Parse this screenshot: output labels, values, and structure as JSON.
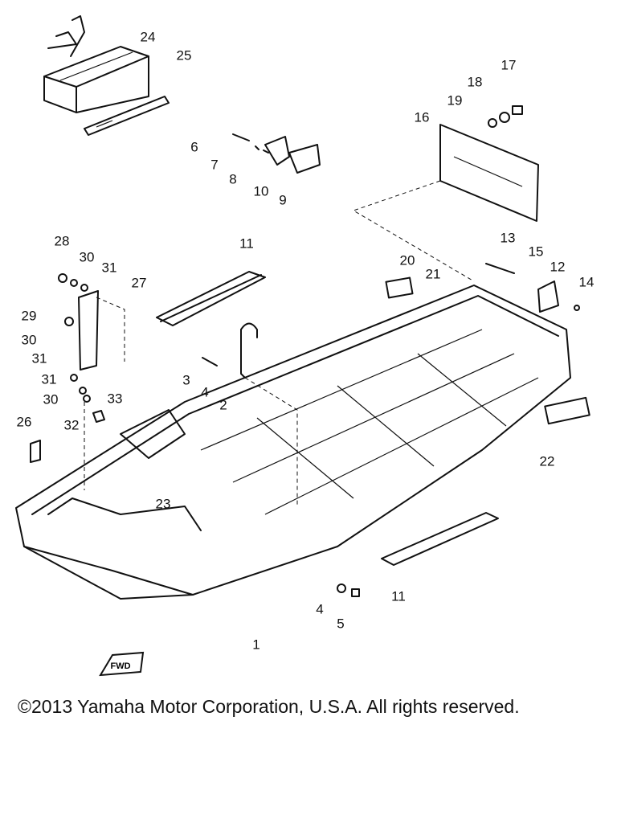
{
  "callouts": [
    {
      "id": "1",
      "label": "1"
    },
    {
      "id": "2",
      "label": "2"
    },
    {
      "id": "3",
      "label": "3"
    },
    {
      "id": "4a",
      "label": "4"
    },
    {
      "id": "4b",
      "label": "4"
    },
    {
      "id": "5",
      "label": "5"
    },
    {
      "id": "6",
      "label": "6"
    },
    {
      "id": "7",
      "label": "7"
    },
    {
      "id": "8",
      "label": "8"
    },
    {
      "id": "9",
      "label": "9"
    },
    {
      "id": "10",
      "label": "10"
    },
    {
      "id": "11a",
      "label": "11"
    },
    {
      "id": "11b",
      "label": "11"
    },
    {
      "id": "12",
      "label": "12"
    },
    {
      "id": "13",
      "label": "13"
    },
    {
      "id": "14",
      "label": "14"
    },
    {
      "id": "15",
      "label": "15"
    },
    {
      "id": "16",
      "label": "16"
    },
    {
      "id": "17",
      "label": "17"
    },
    {
      "id": "18",
      "label": "18"
    },
    {
      "id": "19",
      "label": "19"
    },
    {
      "id": "20",
      "label": "20"
    },
    {
      "id": "21",
      "label": "21"
    },
    {
      "id": "22",
      "label": "22"
    },
    {
      "id": "23",
      "label": "23"
    },
    {
      "id": "24",
      "label": "24"
    },
    {
      "id": "25",
      "label": "25"
    },
    {
      "id": "26",
      "label": "26"
    },
    {
      "id": "27",
      "label": "27"
    },
    {
      "id": "28",
      "label": "28"
    },
    {
      "id": "29",
      "label": "29"
    },
    {
      "id": "30a",
      "label": "30"
    },
    {
      "id": "30b",
      "label": "30"
    },
    {
      "id": "30c",
      "label": "30"
    },
    {
      "id": "31a",
      "label": "31"
    },
    {
      "id": "31b",
      "label": "31"
    },
    {
      "id": "31c",
      "label": "31"
    },
    {
      "id": "32",
      "label": "32"
    },
    {
      "id": "33",
      "label": "33"
    }
  ],
  "fwd_marker": "FWD",
  "copyright": "©2013 Yamaha Motor Corporation, U.S.A. All rights reserved."
}
